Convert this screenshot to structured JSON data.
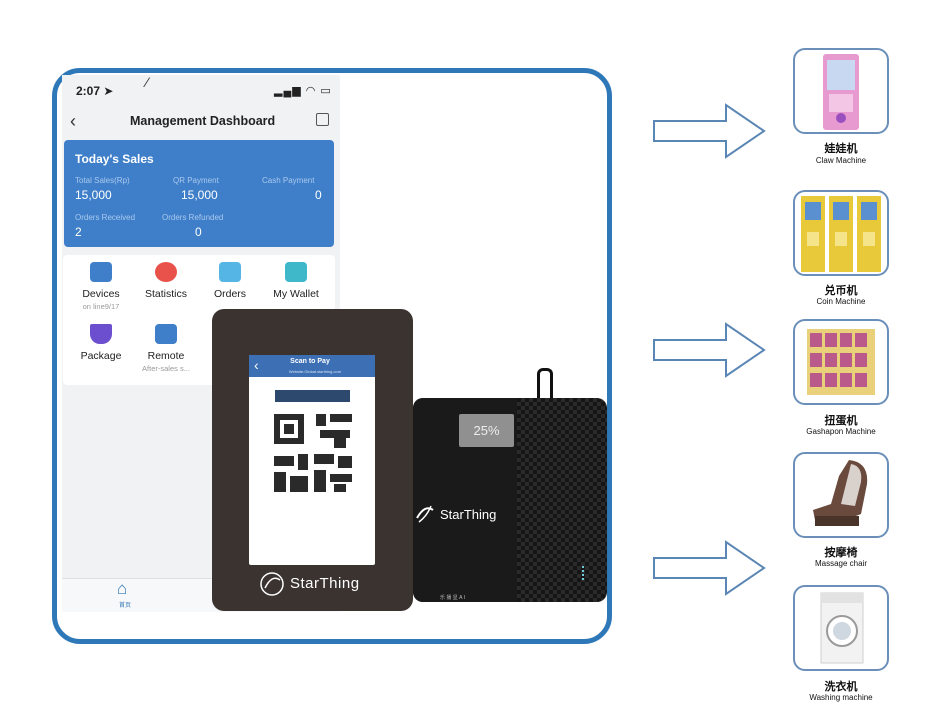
{
  "phone": {
    "time": "2:07",
    "nav_title": "Management Dashboard",
    "sales": {
      "title": "Today's Sales",
      "total_sales_label": "Total Sales(Rp)",
      "total_sales_value": "15,000",
      "qr_payment_label": "QR Payment",
      "qr_payment_value": "15,000",
      "cash_payment_label": "Cash Payment",
      "cash_payment_value": "0",
      "orders_received_label": "Orders Received",
      "orders_received_value": "2",
      "orders_refunded_label": "Orders Refunded",
      "orders_refunded_value": "0"
    },
    "menu": [
      {
        "label": "Devices",
        "sub": "on line9/17",
        "icon": "devices-icon",
        "color": "#3f7fc9"
      },
      {
        "label": "Statistics",
        "sub": "",
        "icon": "statistics-icon",
        "color": "#e8524a"
      },
      {
        "label": "Orders",
        "sub": "",
        "icon": "orders-icon",
        "color": "#55b6e6"
      },
      {
        "label": "My Wallet",
        "sub": "",
        "icon": "wallet-icon",
        "color": "#3fb8c9"
      },
      {
        "label": "Package",
        "sub": "",
        "icon": "package-icon",
        "color": "#6b4fcf"
      },
      {
        "label": "Remote",
        "sub": "After-sales s...",
        "icon": "remote-icon",
        "color": "#3f7fc9"
      }
    ],
    "tab_home_label": "首页"
  },
  "terminal": {
    "screen_title": "Scan to Pay",
    "screen_url": "Website:Global.starthing.com",
    "brand": "StarThing"
  },
  "gateway": {
    "brand": "StarThing",
    "tag": "乐 播 显 A I"
  },
  "zoom_indicator": "25%",
  "machines": [
    {
      "cn": "娃娃机",
      "en": "Claw Machine",
      "icon": "claw-machine-icon"
    },
    {
      "cn": "兑币机",
      "en": "Coin Machine",
      "icon": "coin-machine-icon"
    },
    {
      "cn": "扭蛋机",
      "en": "Gashapon Machine",
      "icon": "gashapon-machine-icon"
    },
    {
      "cn": "按摩椅",
      "en": "Massage chair",
      "icon": "massage-chair-icon"
    },
    {
      "cn": "洗衣机",
      "en": "Washing machine",
      "icon": "washing-machine-icon"
    }
  ],
  "colors": {
    "accent": "#2f78b8",
    "card": "#3f7fc9"
  }
}
